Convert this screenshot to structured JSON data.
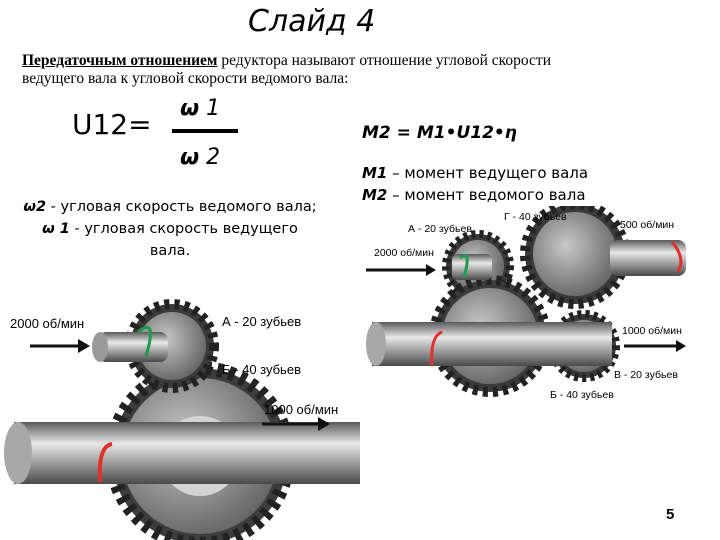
{
  "slide": {
    "title": "Слайд 4",
    "page_number": "5"
  },
  "intro": {
    "term": "Передаточным отношением",
    "rest": " редуктора называют отношение угловой скорости ведущего вала к угловой скорости ведомого вала:"
  },
  "ratio": {
    "lhs": "U12=",
    "numerator_symbol": "ω",
    "numerator_index": " 1",
    "denominator_symbol": "ω",
    "denominator_index": " 2"
  },
  "legend": {
    "w2_symbol": "ω2",
    "w2_text": " - угловая скорость ведомого вала;",
    "w1_symbol": "ω 1",
    "w1_text": " -  угловая скорость ведущего вала."
  },
  "torque": {
    "formula": "M2 = M1•U12•η",
    "m1_symbol": "M1",
    "m1_text": " – момент ведущего вала",
    "m2_symbol": "M2",
    "m2_text": " – момент ведомого вала"
  },
  "gear_left": {
    "input_speed": "2000 об/мин",
    "gear_a": "А - 20 зубьев",
    "gear_b": "Б - 40 зубьев",
    "output_speed": "1000 об/мин"
  },
  "gear_right": {
    "gear_g": "Г - 40 зубьев",
    "gear_a": "А - 20 зубьев",
    "input_speed": "2000 об/мин",
    "output_top": "500 об/мин",
    "output_mid": "1000 об/мин",
    "gear_v": "В - 20 зубьев",
    "gear_b": "Б - 40 зубьев"
  },
  "colors": {
    "arrow_red": "#e0302a",
    "arrow_green": "#1e9a4a",
    "steel": "#8a8a8a"
  }
}
